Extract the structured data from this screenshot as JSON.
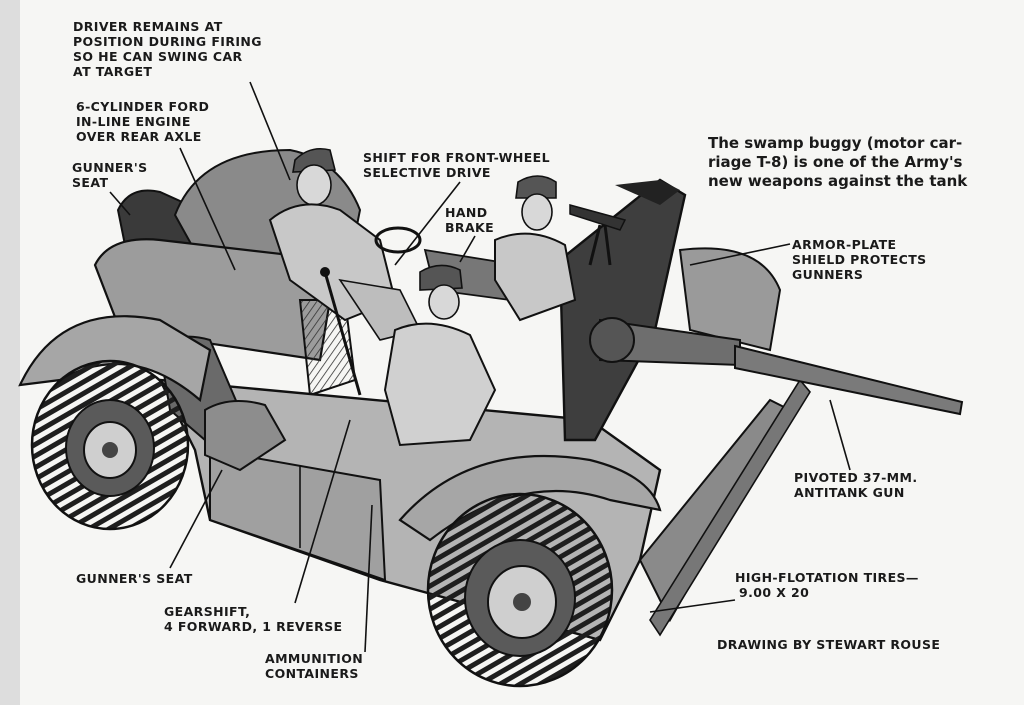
{
  "caption": {
    "lines": [
      "The swamp buggy (motor car-",
      "riage T-8) is one of the Army's",
      "new weapons against the tank"
    ]
  },
  "labels": {
    "driver": [
      "DRIVER REMAINS AT",
      "POSITION DURING FIRING",
      "SO HE CAN SWING CAR",
      "AT TARGET"
    ],
    "engine": [
      "6-CYLINDER FORD",
      "IN-LINE ENGINE",
      "OVER REAR AXLE"
    ],
    "gunner_seat_top": [
      "GUNNER'S",
      "SEAT"
    ],
    "shift_front": [
      "SHIFT FOR FRONT-WHEEL",
      "SELECTIVE DRIVE"
    ],
    "hand_brake": [
      "HAND",
      "BRAKE"
    ],
    "armor": [
      "ARMOR-PLATE",
      "SHIELD PROTECTS",
      "GUNNERS"
    ],
    "gun": [
      "PIVOTED 37-MM.",
      "ANTITANK GUN"
    ],
    "tires": [
      "HIGH-FLOTATION TIRES—",
      "9.00 x 20"
    ],
    "gunner_seat_bottom": [
      "GUNNER'S SEAT"
    ],
    "gearshift": [
      "GEARSHIFT,",
      "4 FORWARD, 1 REVERSE"
    ],
    "ammo": [
      "AMMUNITION",
      "CONTAINERS"
    ]
  },
  "credit": "DRAWING BY STEWART ROUSE"
}
